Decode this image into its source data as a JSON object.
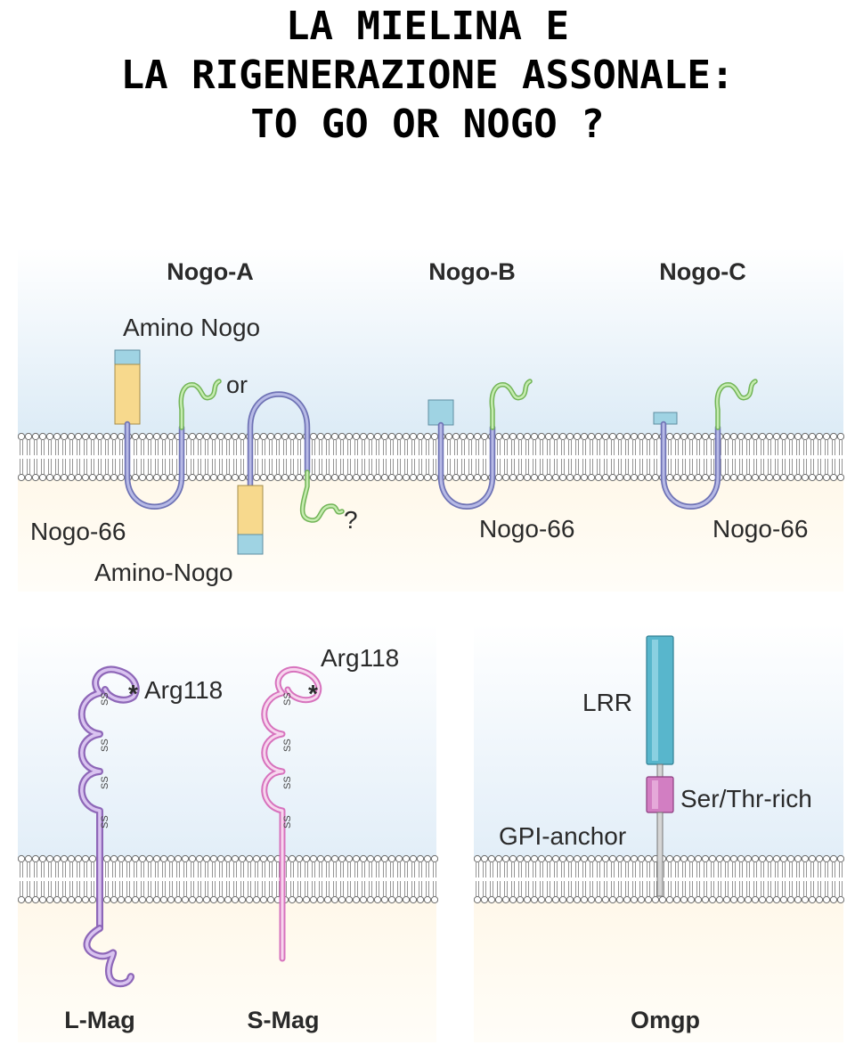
{
  "title": {
    "line1": "LA MIELINA E",
    "line2": "LA RIGENERAZIONE ASSONALE:",
    "line3": "TO GO OR NOGO ?"
  },
  "nogo_panel": {
    "nogo_a": "Nogo-A",
    "nogo_b": "Nogo-B",
    "nogo_c": "Nogo-C",
    "amino_nogo_top": "Amino Nogo",
    "or": "or",
    "nogo66_a": "Nogo-66",
    "amino_nogo_bottom": "Amino-Nogo",
    "question": "?",
    "nogo66_b": "Nogo-66",
    "nogo66_c": "Nogo-66"
  },
  "mag_panel": {
    "arg118_l": "Arg118",
    "arg118_s": "Arg118",
    "star": "*",
    "ss": "SS",
    "l_mag": "L-Mag",
    "s_mag": "S-Mag"
  },
  "omgp_panel": {
    "lrr": "LRR",
    "ser_thr": "Ser/Thr-rich",
    "gpi": "GPI-anchor",
    "omgp": "Omgp"
  },
  "colors": {
    "loop_blue": "#8b8fcb",
    "green_tail": "#9ad47a",
    "amino_yellow": "#f7d98d",
    "amino_cyan": "#9fd3e3",
    "lmag_purple": "#b894d8",
    "smag_pink": "#e7a6d4",
    "lrr_teal": "#58b6cc",
    "serthr_magenta": "#d27ec2"
  }
}
